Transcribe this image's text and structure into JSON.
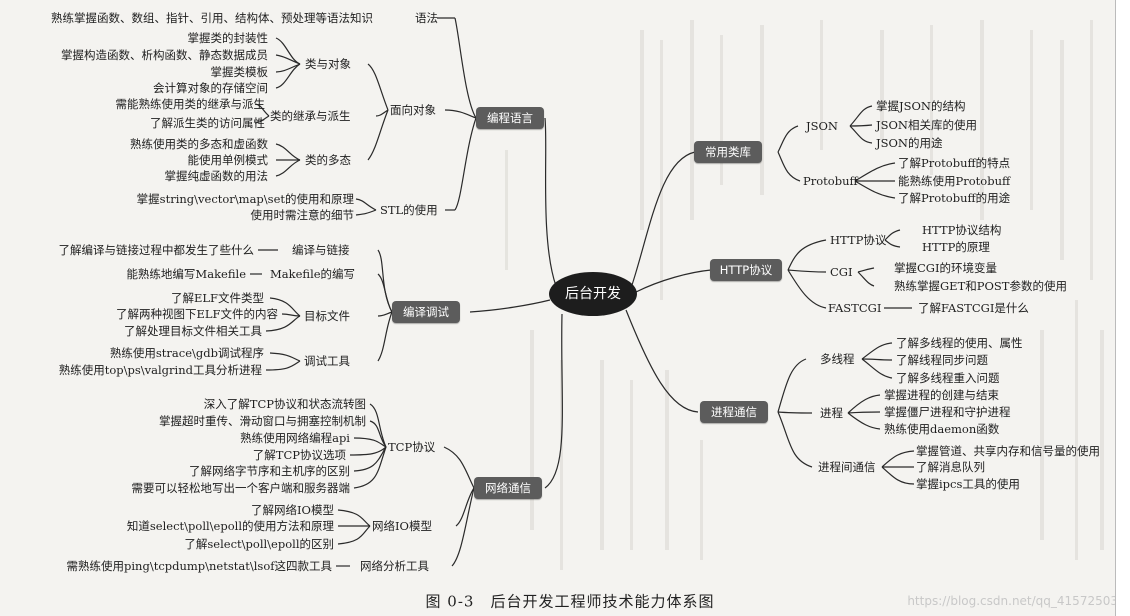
{
  "diagram": {
    "center": "后台开发",
    "caption": "图 0-3　后台开发工程师技术能力体系图",
    "watermark": "https://blog.csdn.net/qq_41572503",
    "branches": {
      "lang": {
        "label": "编程语言",
        "syntax": {
          "label": "语法",
          "items": [
            "熟练掌握函数、数组、指针、引用、结构体、预处理等语法知识"
          ]
        },
        "oop": {
          "label": "面向对象",
          "class_obj": {
            "label": "类与对象",
            "items": [
              "掌握类的封装性",
              "掌握构造函数、析构函数、静态数据成员",
              "掌握类模板",
              "会计算对象的存储空间"
            ]
          },
          "inherit": {
            "label": "类的继承与派生",
            "items": [
              "需能熟练使用类的继承与派生",
              "了解派生类的访问属性"
            ]
          },
          "poly": {
            "label": "类的多态",
            "items": [
              "熟练使用类的多态和虚函数",
              "能使用单例模式",
              "掌握纯虚函数的用法"
            ]
          }
        },
        "stl": {
          "label": "STL的使用",
          "items": [
            "掌握string\\vector\\map\\set的使用和原理",
            "使用时需注意的细节"
          ]
        }
      },
      "compile": {
        "label": "编译调试",
        "link": {
          "label": "编译与链接",
          "items": [
            "了解编译与链接过程中都发生了些什么"
          ]
        },
        "make": {
          "label": "Makefile的编写",
          "items": [
            "能熟练地编写Makefile"
          ]
        },
        "obj": {
          "label": "目标文件",
          "items": [
            "了解ELF文件类型",
            "了解两种视图下ELF文件的内容",
            "了解处理目标文件相关工具"
          ]
        },
        "debug": {
          "label": "调试工具",
          "items": [
            "熟练使用strace\\gdb调试程序",
            "熟练使用top\\ps\\valgrind工具分析进程"
          ]
        }
      },
      "net": {
        "label": "网络通信",
        "tcp": {
          "label": "TCP协议",
          "items": [
            "深入了解TCP协议和状态流转图",
            "掌握超时重传、滑动窗口与拥塞控制机制",
            "熟练使用网络编程api",
            "了解TCP协议选项",
            "了解网络字节序和主机序的区别",
            "需要可以轻松地写出一个客户端和服务器端"
          ]
        },
        "io": {
          "label": "网络IO模型",
          "items": [
            "了解网络IO模型",
            "知道select\\poll\\epoll的使用方法和原理",
            "了解select\\poll\\epoll的区别"
          ]
        },
        "tools": {
          "label": "网络分析工具",
          "items": [
            "需熟练使用ping\\tcpdump\\netstat\\lsof这四款工具"
          ]
        }
      },
      "libs": {
        "label": "常用类库",
        "json": {
          "label": "JSON",
          "items": [
            "掌握JSON的结构",
            "JSON相关库的使用",
            "JSON的用途"
          ]
        },
        "protobuf": {
          "label": "Protobuff",
          "items": [
            "了解Protobuff的特点",
            "能熟练使用Protobuff",
            "了解Protobuff的用途"
          ]
        }
      },
      "http": {
        "label": "HTTP协议",
        "proto": {
          "label": "HTTP协议",
          "items": [
            "HTTP协议结构",
            "HTTP的原理"
          ]
        },
        "cgi": {
          "label": "CGI",
          "items": [
            "掌握CGI的环境变量",
            "熟练掌握GET和POST参数的使用"
          ]
        },
        "fastcgi": {
          "label": "FASTCGI",
          "items": [
            "了解FASTCGI是什么"
          ]
        }
      },
      "proc": {
        "label": "进程通信",
        "thread": {
          "label": "多线程",
          "items": [
            "了解多线程的使用、属性",
            "了解线程同步问题",
            "了解多线程重入问题"
          ]
        },
        "process": {
          "label": "进程",
          "items": [
            "掌握进程的创建与结束",
            "掌握僵尸进程和守护进程",
            "熟练使用daemon函数"
          ]
        },
        "ipc": {
          "label": "进程间通信",
          "items": [
            "掌握管道、共享内存和信号量的使用",
            "了解消息队列",
            "掌握ipcs工具的使用"
          ]
        }
      }
    }
  }
}
